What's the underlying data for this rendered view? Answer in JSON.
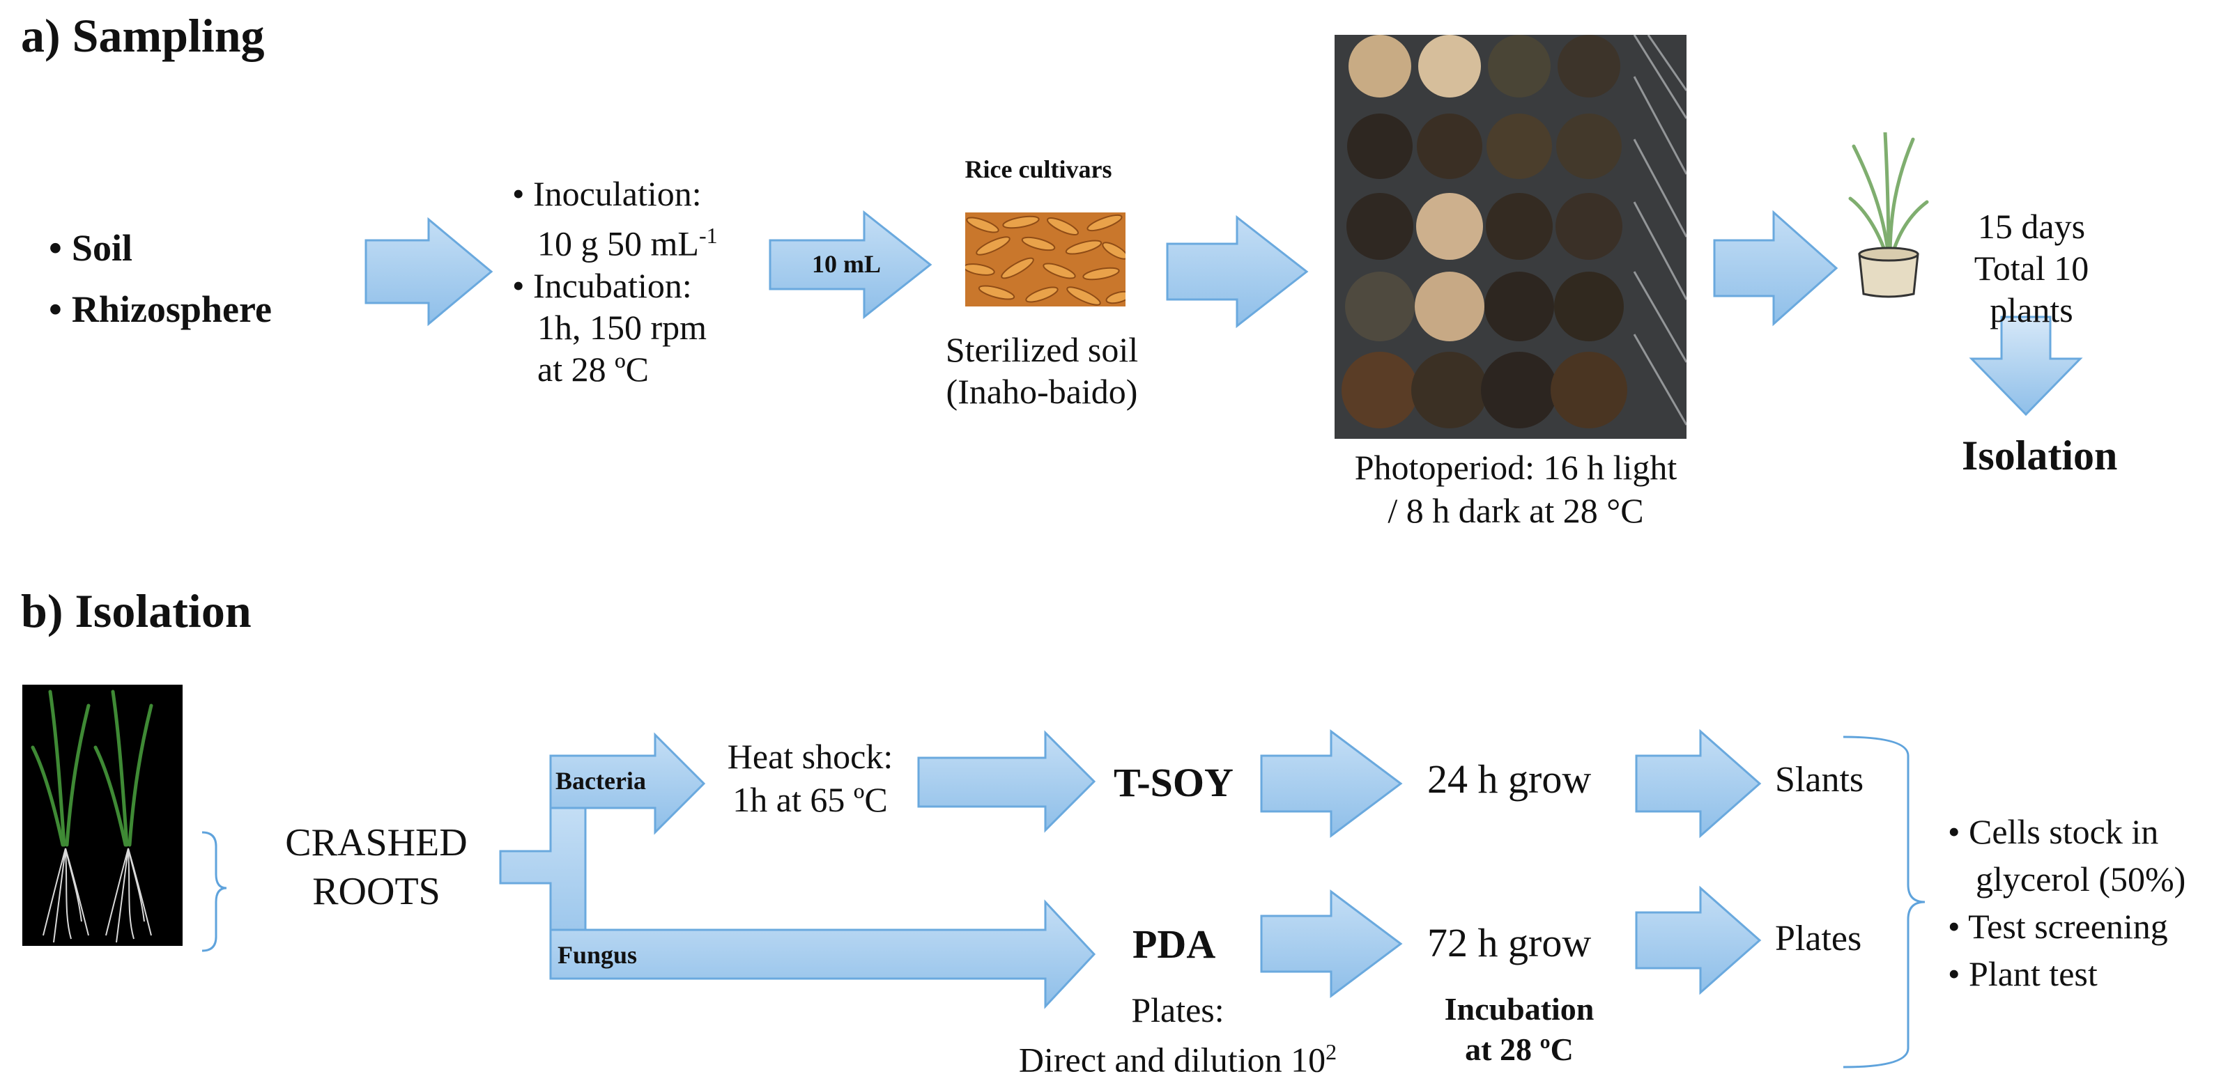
{
  "section_a": {
    "title": "a) Sampling",
    "sources": [
      "Soil",
      "Rhizosphere"
    ],
    "inoculation": [
      "Inoculation:",
      "10 g 50 mL",
      "-1"
    ],
    "incubation": [
      "Incubation:",
      "1h, 150 rpm",
      "at 28 ºC"
    ],
    "arrow_label": "10 mL",
    "rice_title": "Rice cultivars",
    "rice_sub": [
      "Sterilized soil",
      "(Inaho-baido)"
    ],
    "photoperiod": [
      "Photoperiod: 16 h light",
      "/ 8 h dark at 28 °C"
    ],
    "growth": [
      "15 days",
      "Total 10 plants"
    ],
    "result": "Isolation"
  },
  "section_b": {
    "title": "b) Isolation",
    "roots": [
      "CRASHED",
      "ROOTS"
    ],
    "bacteria": "Bacteria",
    "fungus": "Fungus",
    "heat_shock": [
      "Heat shock:",
      "1h at 65 ºC"
    ],
    "tsoy": "T-SOY",
    "pda": "PDA",
    "plates_note": [
      "Plates:",
      "Direct and dilution 10",
      "2"
    ],
    "grow24": "24 h grow",
    "grow72": "72 h grow",
    "incubation": [
      "Incubation",
      "at 28 ºC"
    ],
    "slants": "Slants",
    "plates": "Plates",
    "outcomes": [
      "Cells stock in",
      "glycerol (50%)",
      "Test screening",
      "Plant test"
    ]
  },
  "colors": {
    "arrow_fill": "#9fcaee",
    "arrow_stroke": "#5fa3dc",
    "bracket": "#5fa3dc"
  }
}
